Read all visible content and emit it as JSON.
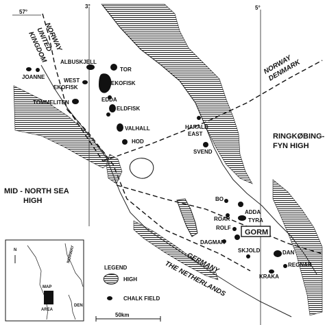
{
  "coordinates": {
    "lat_57": "57°",
    "lon_3": "3°",
    "lon_5": "5°"
  },
  "countries": {
    "norway_uk": [
      "NORWAY",
      "UNITED",
      "KINGDOM"
    ],
    "norway_denmark": [
      "NORWAY",
      "DENMARK"
    ],
    "germany_netherlands": [
      "GERMANY",
      "THE NETHERLANDS"
    ]
  },
  "regions": {
    "mid_north_sea": [
      "MID - NORTH SEA",
      "HIGH"
    ],
    "ringkobing": [
      "RINGKØBING-",
      "FYN HIGH"
    ]
  },
  "fields": {
    "joanne": "JOANNE",
    "albuskjell": "ALBUSKJELL",
    "tor": "TOR",
    "west_ekofisk": [
      "WEST",
      "EKOFISK"
    ],
    "ekofisk": "EKOFISK",
    "tommeliten": "TOMMELITEN",
    "edda": "EDDA",
    "eldfisk": "ELDFISK",
    "valhall": "VALHALL",
    "hod": "HOD",
    "harald": [
      "HARALD",
      "EAST"
    ],
    "svend": "SVEND",
    "bo": "BO",
    "adda": "ADDA",
    "roar": "ROAR",
    "tyra": "TYRA",
    "rolf": "ROLF",
    "gorm": "GORM",
    "dagmar": "DAGMAR",
    "skjold": "SKJOLD",
    "dan": "DAN",
    "regnar": "REGNAR",
    "kraka": "KRAKA"
  },
  "legend": {
    "title": "LEGEND",
    "high": "HIGH",
    "chalk": "CHALK FIELD"
  },
  "scale": {
    "label": "50km"
  },
  "inset": {
    "n": "N",
    "norway": "NORWAY",
    "map_area": [
      "MAP",
      "AREA"
    ],
    "den": "DEN"
  }
}
